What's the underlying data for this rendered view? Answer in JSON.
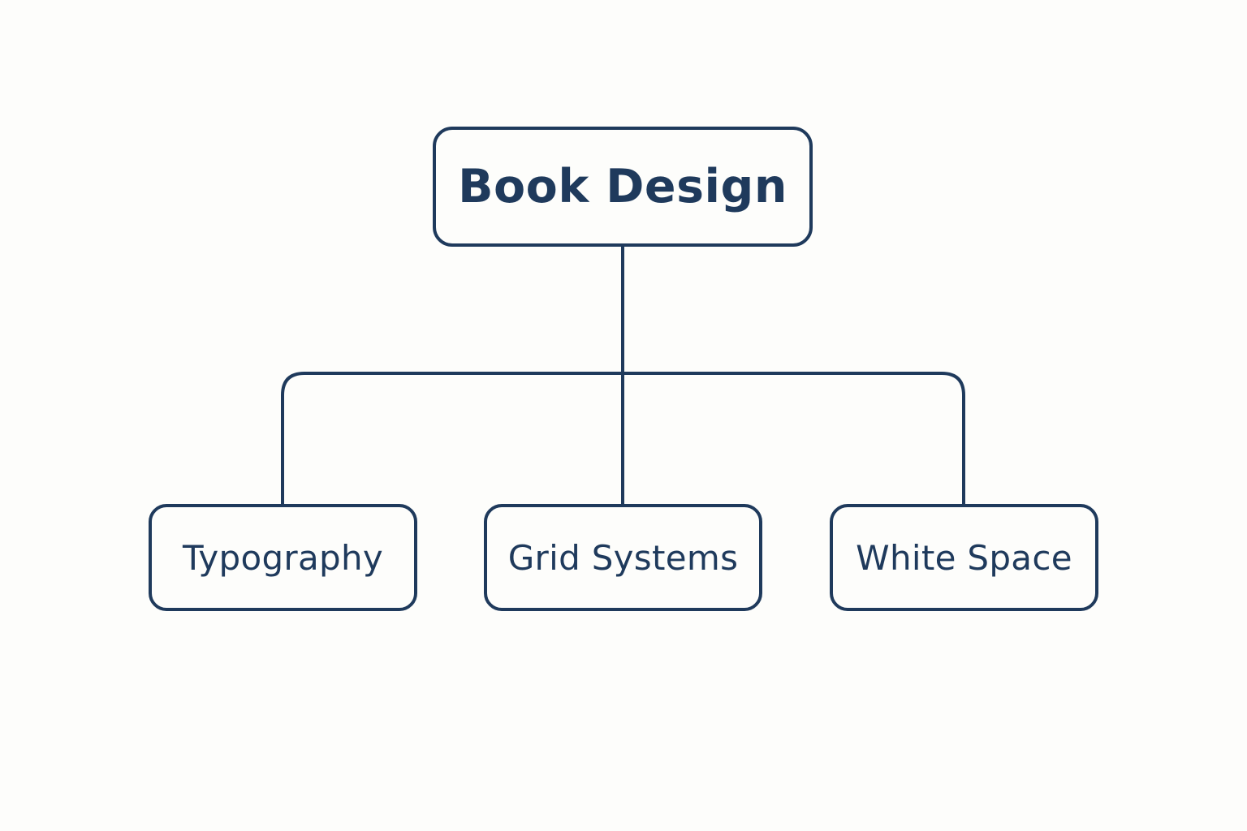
{
  "colors": {
    "ink": "#1f3a5c",
    "background": "#fdfdfb"
  },
  "root": {
    "label": "Book Design"
  },
  "children": [
    {
      "label": "Typography"
    },
    {
      "label": "Grid Systems"
    },
    {
      "label": "White Space"
    }
  ]
}
